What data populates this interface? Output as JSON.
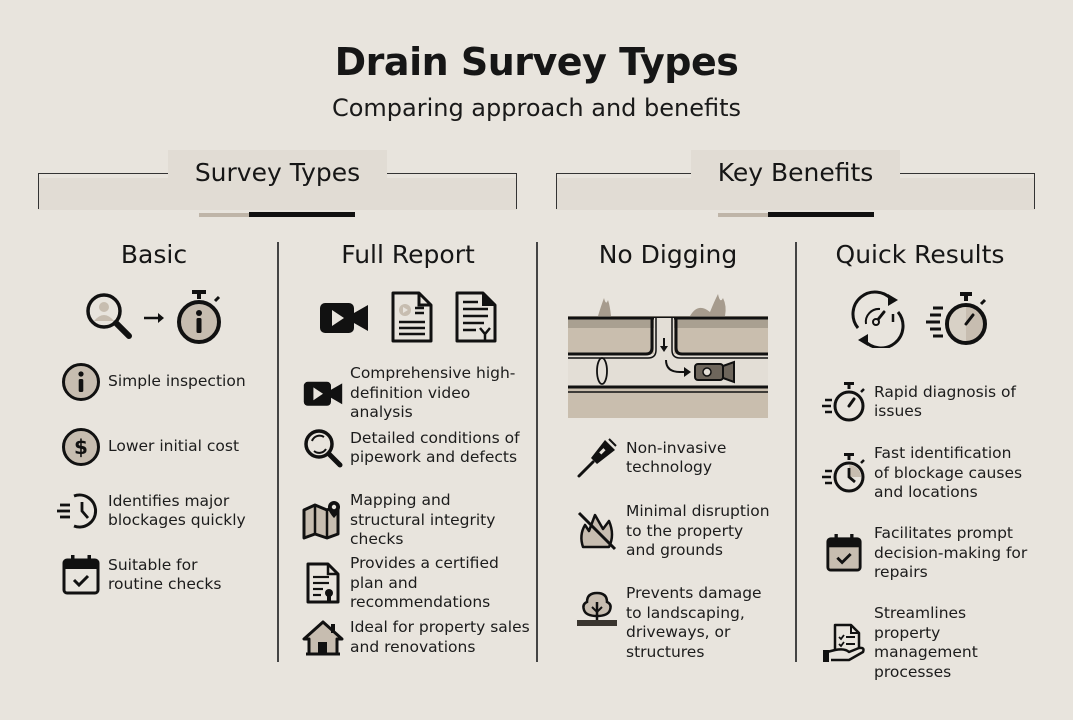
{
  "header": {
    "title": "Drain Survey Types",
    "subtitle": "Comparing approach and benefits"
  },
  "sections": [
    {
      "label": "Survey Types"
    },
    {
      "label": "Key Benefits"
    }
  ],
  "columns": [
    {
      "title": "Basic",
      "hero_icons": [
        "user-search-icon",
        "arrow-right-icon",
        "stopwatch-info-icon"
      ],
      "items": [
        {
          "icon": "info-circle-icon",
          "text": "Simple inspection"
        },
        {
          "icon": "dollar-circle-icon",
          "text": "Lower initial cost"
        },
        {
          "icon": "fast-clock-icon",
          "text": "Identifies major blockages quickly"
        },
        {
          "icon": "calendar-check-icon",
          "text": "Suitable for routine checks"
        }
      ]
    },
    {
      "title": "Full Report",
      "hero_icons": [
        "video-camera-icon",
        "video-document-icon",
        "signed-document-icon"
      ],
      "items": [
        {
          "icon": "video-camera-icon",
          "text": "Comprehensive high-definition video analysis"
        },
        {
          "icon": "magnifier-icon",
          "text": "Detailed conditions of pipework and defects"
        },
        {
          "icon": "map-pin-icon",
          "text": "Mapping and structural integrity checks"
        },
        {
          "icon": "certificate-document-icon",
          "text": "Provides a certified plan and recommendations"
        },
        {
          "icon": "house-icon",
          "text": "Ideal for property sales and renovations"
        }
      ]
    },
    {
      "title": "No Digging",
      "hero_icons": [
        "pipe-camera-diagram"
      ],
      "items": [
        {
          "icon": "flashlight-probe-icon",
          "text": "Non-invasive technology"
        },
        {
          "icon": "no-disruption-icon",
          "text": "Minimal disruption to the property and grounds"
        },
        {
          "icon": "tree-ground-icon",
          "text": "Prevents damage to landscaping, driveways, or structures"
        }
      ]
    },
    {
      "title": "Quick Results",
      "hero_icons": [
        "speed-refresh-icon",
        "fast-stopwatch-icon"
      ],
      "items": [
        {
          "icon": "fast-stopwatch-icon",
          "text": "Rapid diagnosis of issues"
        },
        {
          "icon": "fast-timer-icon",
          "text": "Fast identification of blockage causes and locations"
        },
        {
          "icon": "calendar-check-icon",
          "text": "Facilitates prompt decision-making for repairs"
        },
        {
          "icon": "hand-checklist-icon",
          "text": "Streamlines property management processes"
        }
      ]
    }
  ],
  "colors": {
    "background": "#e8e4dd",
    "band": "#e1dcd4",
    "accent_tan": "#bfb5a8",
    "icon_fill": "#c7bdb0",
    "ink": "#161616"
  }
}
